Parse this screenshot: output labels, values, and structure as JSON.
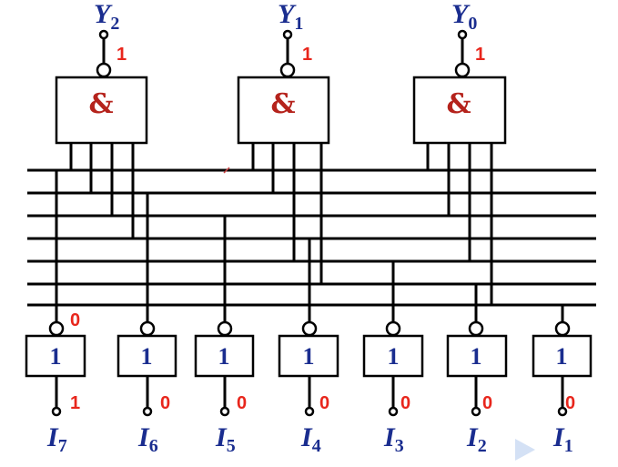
{
  "and_gates": [
    {
      "symbol": "&",
      "output": {
        "letter": "Y",
        "sub": "2"
      },
      "value": "1"
    },
    {
      "symbol": "&",
      "output": {
        "letter": "Y",
        "sub": "1"
      },
      "value": "1"
    },
    {
      "symbol": "&",
      "output": {
        "letter": "Y",
        "sub": "0"
      },
      "value": "1"
    }
  ],
  "not_gates": [
    {
      "symbol": "1",
      "input": {
        "letter": "I",
        "sub": "7"
      },
      "input_value": "1",
      "output_value": "0"
    },
    {
      "symbol": "1",
      "input": {
        "letter": "I",
        "sub": "6"
      },
      "input_value": "0",
      "output_value": ""
    },
    {
      "symbol": "1",
      "input": {
        "letter": "I",
        "sub": "5"
      },
      "input_value": "0",
      "output_value": ""
    },
    {
      "symbol": "1",
      "input": {
        "letter": "I",
        "sub": "4"
      },
      "input_value": "0",
      "output_value": ""
    },
    {
      "symbol": "1",
      "input": {
        "letter": "I",
        "sub": "3"
      },
      "input_value": "0",
      "output_value": ""
    },
    {
      "symbol": "1",
      "input": {
        "letter": "I",
        "sub": "2"
      },
      "input_value": "0",
      "output_value": ""
    },
    {
      "symbol": "1",
      "input": {
        "letter": "I",
        "sub": "1"
      },
      "input_value": "0",
      "output_value": ""
    }
  ]
}
